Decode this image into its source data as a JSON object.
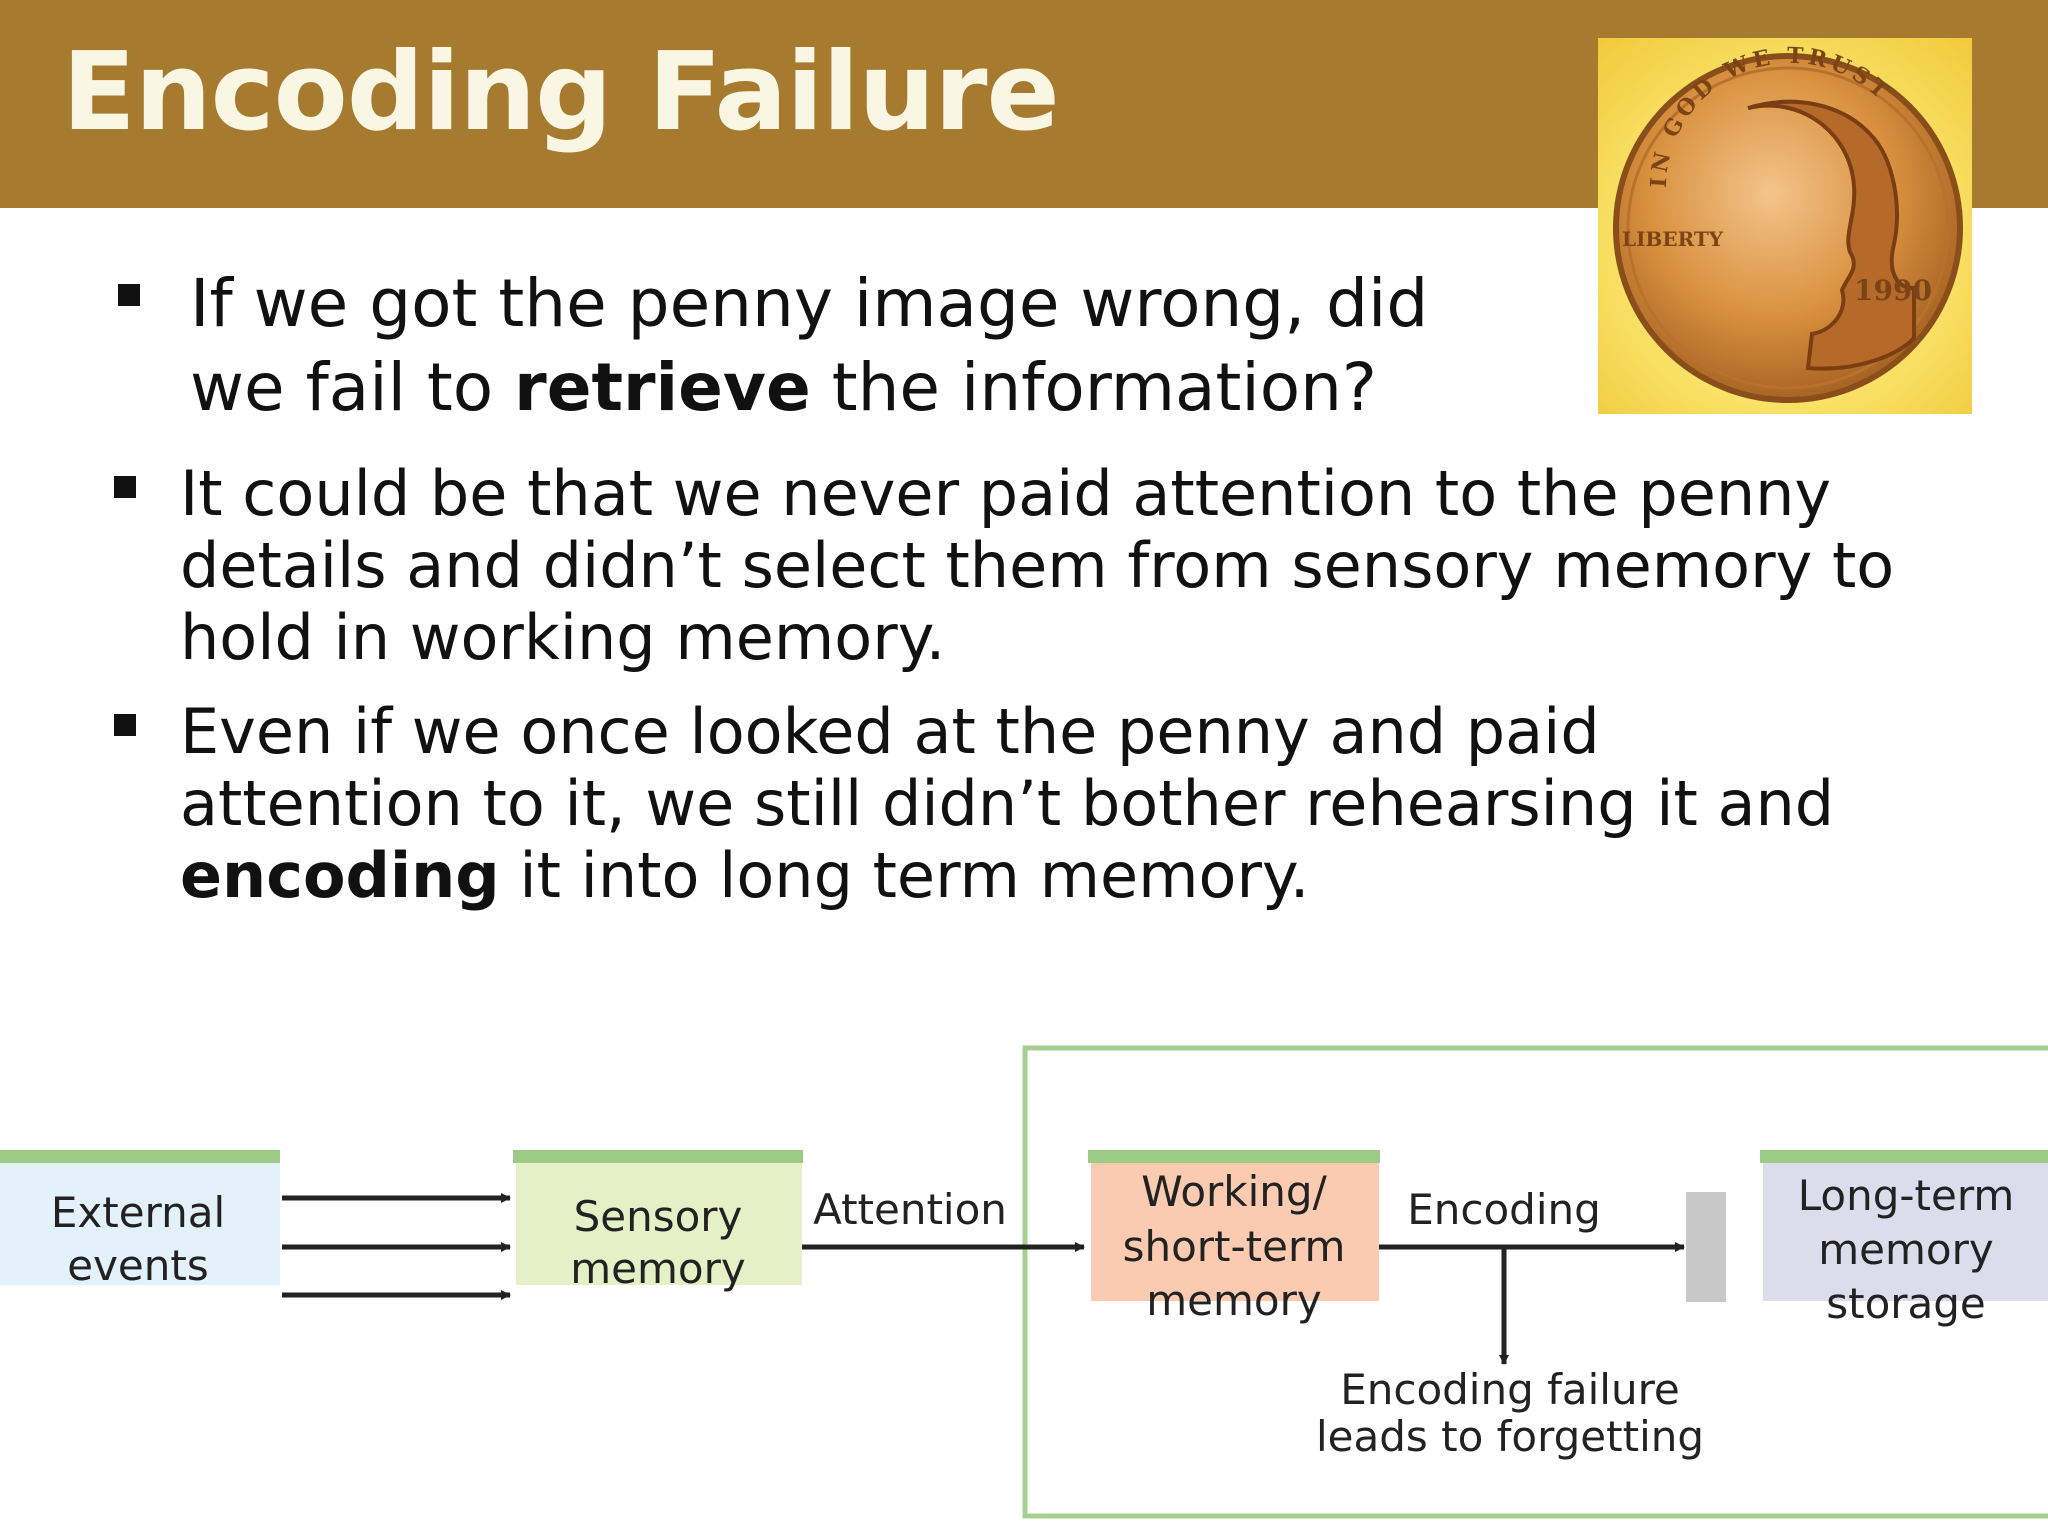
{
  "header": {
    "title": "Encoding Failure",
    "accent_color": "#A67A2F"
  },
  "penny": {
    "motto": "IN GOD WE TRUST",
    "liberty": "LIBERTY",
    "year": "1990"
  },
  "bullets": [
    {
      "before": "If we got the penny image wrong, did we fail to ",
      "bold": "retrieve",
      "after": " the information?"
    },
    {
      "text": "It could be that we never paid attention to the penny details and didn’t select them from sensory memory to hold in working memory."
    },
    {
      "before": "Even if we once looked at the penny and paid attention to it, we still didn’t bother rehearsing it and ",
      "bold": "encoding",
      "after": " it into long term memory."
    }
  ],
  "diagram": {
    "external": [
      "External",
      "events"
    ],
    "sensory": [
      "Sensory",
      "memory"
    ],
    "attention": "Attention",
    "working": [
      "Working/",
      "short-term",
      "memory"
    ],
    "encoding": "Encoding",
    "longterm": [
      "Long-term",
      "memory",
      "storage"
    ],
    "failure": [
      "Encoding failure",
      "leads to forgetting"
    ],
    "colors": {
      "external": "#E3F1FA",
      "sensory": "#E6F0C7",
      "working": "#FACBB0",
      "longterm": "#DDDCEC",
      "bar": "#9CCB86",
      "frame": "#A6D08F"
    }
  }
}
